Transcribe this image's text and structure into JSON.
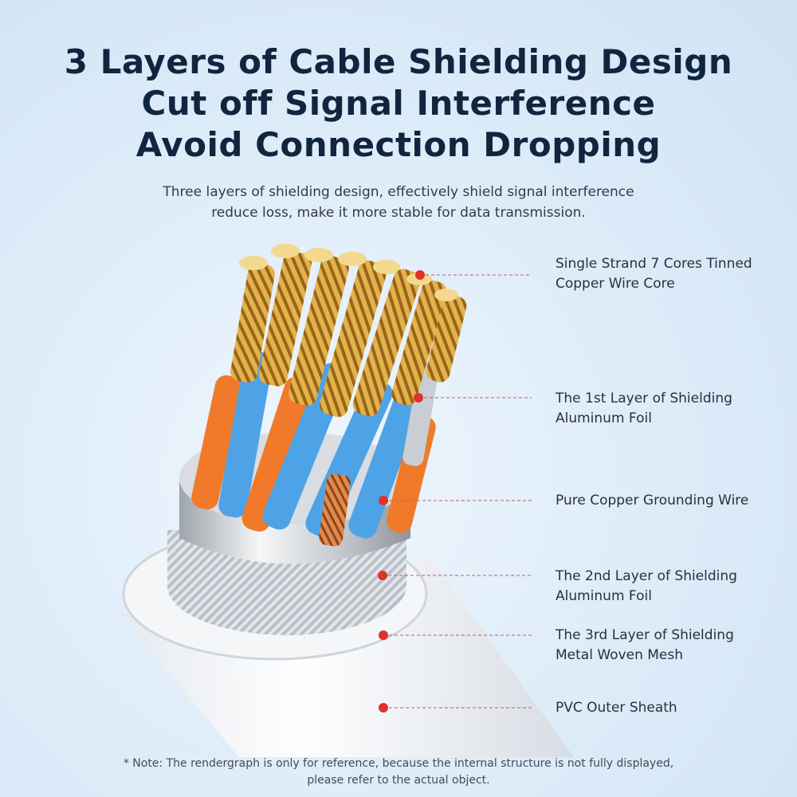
{
  "title": {
    "line1": "3 Layers of Cable Shielding Design",
    "line2": "Cut off Signal Interference",
    "line3": "Avoid Connection Dropping"
  },
  "subtitle": {
    "line1": "Three layers of shielding design, effectively shield signal interference",
    "line2": "reduce loss, make it more stable for data transmission."
  },
  "callouts": [
    {
      "line1": "Single Strand 7 Cores Tinned",
      "line2": "Copper Wire Core"
    },
    {
      "line1": "The 1st Layer of Shielding",
      "line2": "Aluminum Foil"
    },
    {
      "line1": "Pure Copper Grounding Wire"
    },
    {
      "line1": "The 2nd Layer of Shielding",
      "line2": "Aluminum Foil"
    },
    {
      "line1": "The 3rd Layer of Shielding",
      "line2": "Metal Woven Mesh"
    },
    {
      "line1": "PVC Outer Sheath"
    }
  ],
  "note": {
    "line1": "* Note: The rendergraph is only for reference, because the internal structure is not fully displayed,",
    "line2": "please refer to the actual object."
  },
  "colors": {
    "marker": "#e0312b",
    "title": "#10263f",
    "gold": "#d9a53a",
    "blue_insulation": "#4ea3e6",
    "orange_insulation": "#f07a2a",
    "copper": "#c8703a"
  }
}
